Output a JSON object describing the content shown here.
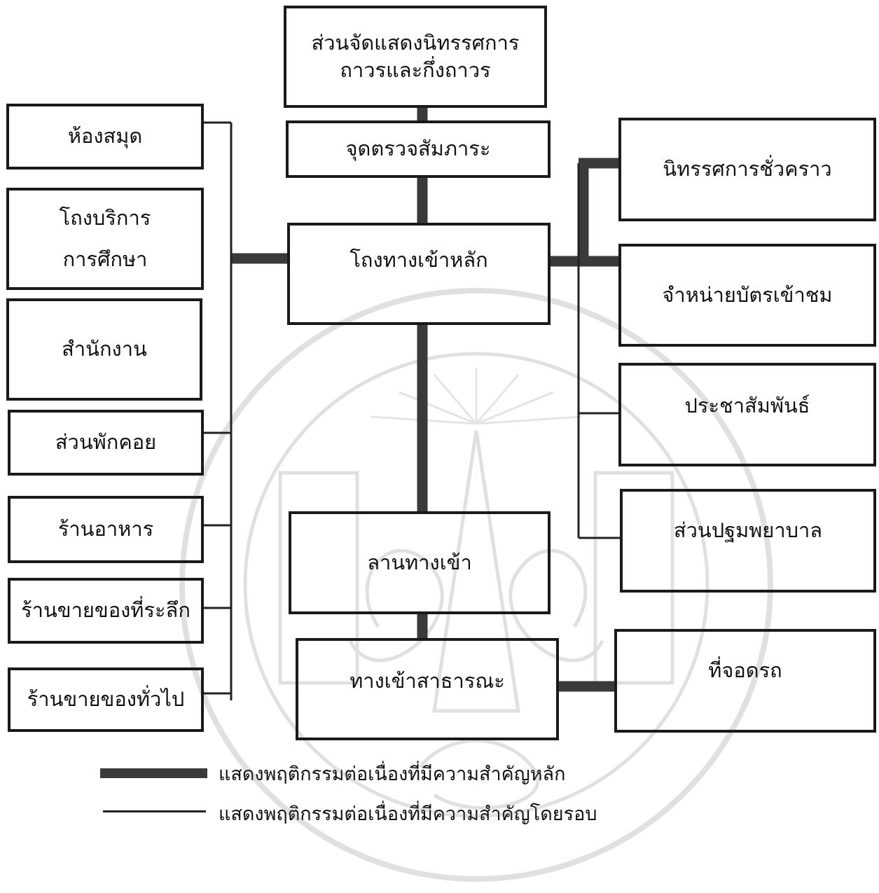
{
  "diagram": {
    "center": {
      "exhibit_permanent": [
        "ส่วนจัดแสดงนิทรรศการ",
        "ถาวรและกึ่งถาวร"
      ],
      "baggage_check": "จุดตรวจสัมภาระ",
      "main_lobby": "โถงทางเข้าหลัก",
      "entrance_plaza": "ลานทางเข้า",
      "public_entrance": "ทางเข้าสาธารณะ"
    },
    "left": {
      "library": "ห้องสมุด",
      "education_hall": [
        "โถงบริการ",
        "การศึกษา"
      ],
      "office": "สำนักงาน",
      "lounge": "ส่วนพักคอย",
      "restaurant": "ร้านอาหาร",
      "souvenir_shop": "ร้านขายของที่ระลึก",
      "general_shop": "ร้านขายของทั่วไป"
    },
    "right": {
      "temporary_exhibition": "นิทรรศการชั่วคราว",
      "ticket_sales": "จำหน่ายบัตรเข้าชม",
      "public_relations": "ประชาสัมพันธ์",
      "first_aid": "ส่วนปฐมพยาบาล",
      "parking": "ที่จอดรถ"
    }
  },
  "legend": {
    "main": "แสดงพฤติกรรมต่อเนื่องที่มีความสำคัญหลัก",
    "secondary": "แสดงพฤติกรรมต่อเนื่องที่มีความสำคัญโดยรอบ"
  },
  "colors": {
    "thick_link": "#3a3a3a",
    "thin_link": "#222222",
    "box_border": "#1a1a1a",
    "watermark": "#8a8a8a"
  }
}
